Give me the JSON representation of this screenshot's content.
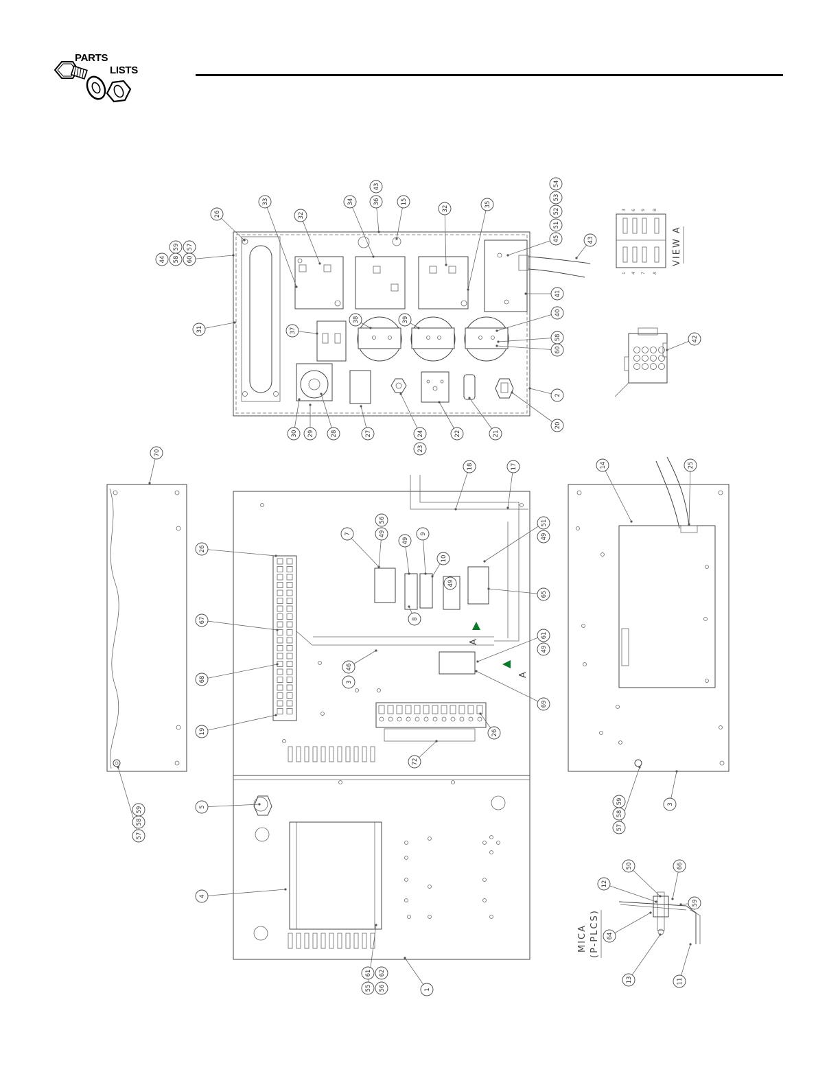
{
  "header": {
    "logo_line1": "PARTS",
    "logo_line2": "LISTS"
  },
  "view_a_label": "VIEW A",
  "section_marker": "A",
  "mica_label_1": "MICA",
  "mica_label_2": "(P-PLCS)",
  "view_a_pins": {
    "top_row": [
      "3",
      "6",
      "9",
      "B"
    ],
    "bottom_row": [
      "1",
      "4",
      "7",
      "A"
    ]
  },
  "callouts": {
    "upper_panel": [
      "26",
      "33",
      "32",
      "34",
      "36",
      "43",
      "15",
      "32",
      "35",
      "54",
      "53",
      "52",
      "51",
      "45",
      "43",
      "41",
      "44",
      "58",
      "59",
      "60",
      "57",
      "31",
      "37",
      "38",
      "39",
      "40",
      "58",
      "60",
      "2",
      "20",
      "30",
      "29",
      "28",
      "27",
      "24",
      "23",
      "22",
      "21",
      "42"
    ],
    "left_cover": [
      "70",
      "57",
      "58",
      "59"
    ],
    "main_panel": [
      "18",
      "17",
      "56",
      "49",
      "7",
      "49",
      "9",
      "10",
      "49",
      "49",
      "51",
      "65",
      "26",
      "8",
      "67",
      "49",
      "61",
      "46",
      "3",
      "68",
      "69",
      "19",
      "26",
      "72",
      "5",
      "4",
      "55",
      "56",
      "62",
      "61",
      "1"
    ],
    "right_cover": [
      "14",
      "25",
      "57",
      "58",
      "59",
      "3"
    ],
    "mica_detail": [
      "12",
      "50",
      "66",
      "59",
      "64",
      "13",
      "11"
    ]
  }
}
